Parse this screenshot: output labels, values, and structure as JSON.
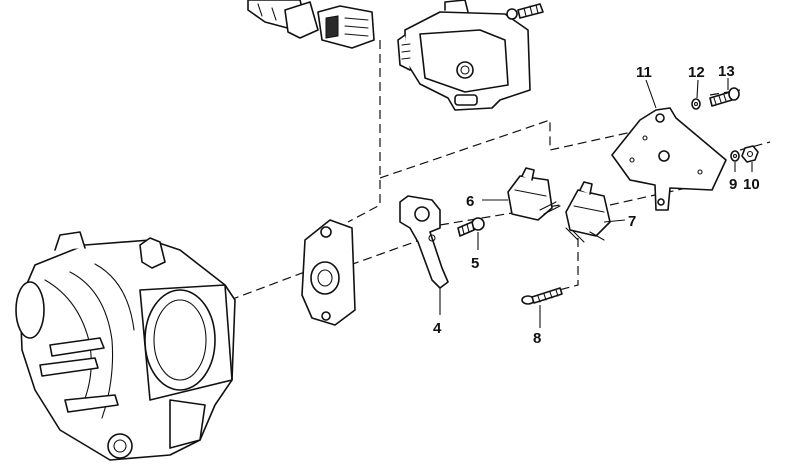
{
  "diagram": {
    "callouts": [
      "4",
      "5",
      "6",
      "7",
      "8",
      "9",
      "10",
      "11",
      "12",
      "13"
    ]
  },
  "colors": {
    "line": "#111111",
    "background": "#ffffff"
  }
}
